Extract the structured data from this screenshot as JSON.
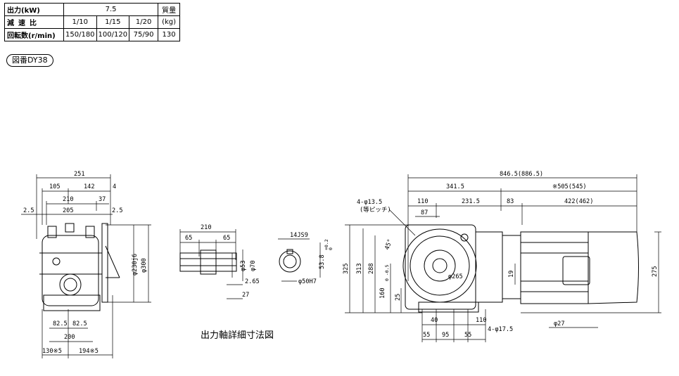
{
  "spec_table": {
    "row_power": {
      "label": "出力(kW)",
      "value": "7.5",
      "mass_label": "質量"
    },
    "row_ratio": {
      "label": "減速比",
      "r1": "1/10",
      "r2": "1/15",
      "r3": "1/20",
      "mass_unit": "(kg)"
    },
    "row_speed": {
      "label": "回転数(r/min)",
      "s1": "150/180",
      "s2": "100/120",
      "s3": "75/90",
      "mass": "130"
    }
  },
  "figure_number": "図番DY38",
  "caption": "出力軸詳細寸法図",
  "side_view": {
    "d251": "251",
    "d105": "105",
    "d142": "142",
    "d4": "4",
    "d210": "210",
    "d37": "37",
    "d2_5_left": "2.5",
    "d205": "205",
    "d2_5_right": "2.5",
    "d230j6": "φ230j6",
    "d300": "φ300",
    "d82_5_a": "82.5",
    "d82_5_b": "82.5",
    "d200": "200",
    "d130": "130※5",
    "d194": "194※5"
  },
  "shaft_detail": {
    "d210": "210",
    "d65_a": "65",
    "d65_b": "65",
    "d53": "φ53",
    "d70": "φ70",
    "d2_65": "2.65",
    "d27": "27",
    "keyway": "14JS9",
    "d53_8": "53.8",
    "tol_upper": "+0.2",
    "tol_lower": "0",
    "bore": "φ50H7"
  },
  "front_view": {
    "d846": "846.5(886.5)",
    "d341": "341.5",
    "d505": "※505(545)",
    "hole_note_1": "4-φ13.5",
    "hole_note_2": "(等ピッチ)",
    "d110": "110",
    "d231": "231.5",
    "d83": "83",
    "d422": "422(462)",
    "d87": "87",
    "d45": "45°",
    "d265": "φ265",
    "d325": "325",
    "d313": "313",
    "d288": "288",
    "d160": "160",
    "d160_tol": "0 -0.5",
    "d25": "25",
    "d19": "19",
    "d275": "275",
    "d40": "40",
    "d110_b": "110",
    "d4_17": "4-φ17.5",
    "d55_a": "55",
    "d95": "95",
    "d55_b": "55",
    "d27": "φ27"
  }
}
